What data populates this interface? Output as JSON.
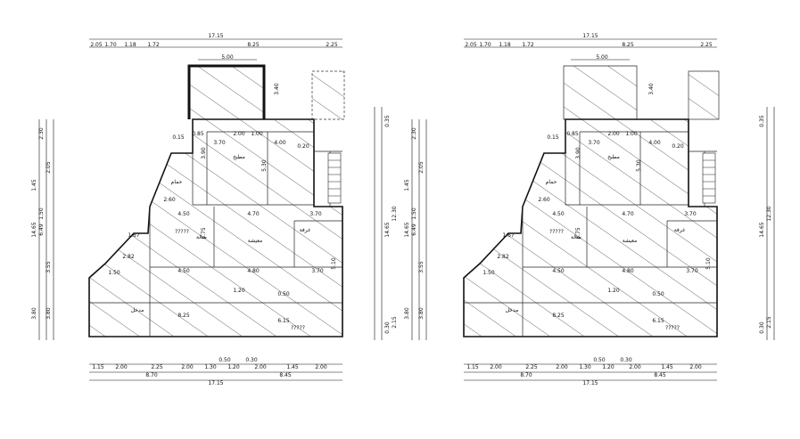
{
  "plans": [
    {
      "id": "left",
      "top_overall": "17.15",
      "top_segments": [
        "2.05",
        "1.70",
        "1.18",
        "1.72",
        "8.25",
        "2.25"
      ],
      "top_balcony": "5.00",
      "bottom_segments": [
        "1.15",
        "2.00",
        "2.25",
        "2.00",
        "1.30",
        "1.20",
        "2.00",
        "1.45",
        "2.00"
      ],
      "bottom_sub": [
        "0.50",
        "0.30"
      ],
      "bottom_totals": [
        "8.70",
        "8.45"
      ],
      "bottom_overall": "17.15",
      "left_dims": [
        "14.65",
        "6.49",
        "3.55",
        "3.80",
        "2.30",
        "2.05",
        "1.45",
        "1.50",
        "3.80"
      ],
      "right_dims": [
        "0.35",
        "12.30",
        "14.65",
        "2.15",
        "0.30"
      ],
      "room_dims": [
        "3.70",
        "4.00",
        "4.50",
        "4.70",
        "3.70",
        "4.50",
        "4.80",
        "3.70",
        "8.25",
        "6.15",
        "5.30",
        "3.90",
        "3.75",
        "5.10",
        "2.60",
        "0.85",
        "2.00",
        "1.00",
        "0.20",
        "0.15",
        "3.40",
        "1.67",
        "2.82",
        "1.50",
        "1.20",
        "0.50"
      ],
      "room_labels": [
        "حمام",
        "مطبخ",
        "صالة",
        "معيشة",
        "غرفة",
        "مدخل",
        "?????",
        "?????"
      ]
    },
    {
      "id": "right",
      "top_overall": "17.15",
      "top_segments": [
        "2.05",
        "1.70",
        "1.18",
        "1.72",
        "8.25",
        "2.25"
      ],
      "top_balcony": "5.00",
      "bottom_segments": [
        "1.15",
        "2.00",
        "2.25",
        "2.00",
        "1.30",
        "1.20",
        "2.00",
        "1.45",
        "2.00"
      ],
      "bottom_sub": [
        "0.50",
        "0.30"
      ],
      "bottom_totals": [
        "8.70",
        "8.45"
      ],
      "bottom_overall": "17.15",
      "left_dims": [
        "14.65",
        "6.49",
        "3.55",
        "3.80",
        "2.30",
        "2.05",
        "1.45",
        "1.50",
        "3.80"
      ],
      "right_dims": [
        "0.35",
        "12.30",
        "14.65",
        "2.15",
        "0.30"
      ],
      "room_dims": [
        "3.70",
        "4.00",
        "4.50",
        "4.70",
        "3.70",
        "4.50",
        "4.80",
        "3.70",
        "8.25",
        "6.15",
        "5.30",
        "3.90",
        "3.75",
        "5.10",
        "2.60",
        "0.85",
        "2.00",
        "1.00",
        "0.20",
        "0.15",
        "3.40",
        "1.67",
        "2.82",
        "1.50",
        "1.20",
        "0.50"
      ],
      "room_labels": [
        "حمام",
        "مطبخ",
        "صالة",
        "معيشة",
        "غرفة",
        "مدخل",
        "?????",
        "?????"
      ]
    }
  ]
}
